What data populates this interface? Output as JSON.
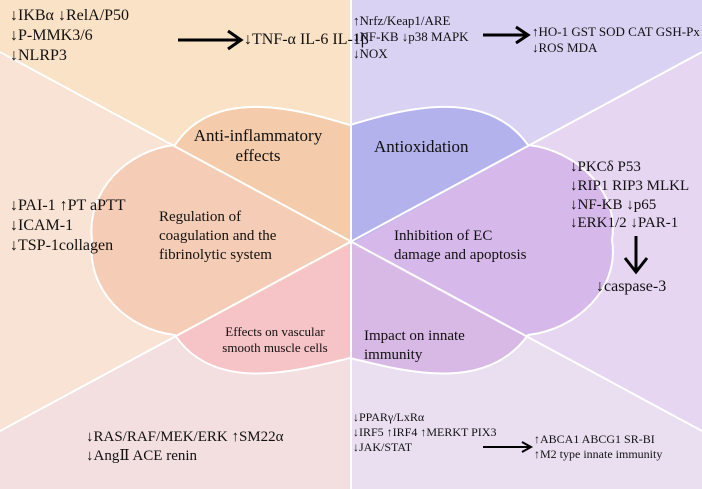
{
  "colors": {
    "q_tl": "#f9e2c6",
    "q_tr": "#d9d2f3",
    "q_ml": "#f8e3d4",
    "q_mr": "#e7d6f2",
    "q_bl": "#f3dfdf",
    "q_br": "#eadff0",
    "c_tl": "#f4ccab",
    "c_tr": "#b3b2ec",
    "c_ml": "#f5cdb6",
    "c_mr": "#d6b9ea",
    "c_bl": "#f6c3c6",
    "c_br": "#d8b8e5",
    "line": "#ffffff"
  },
  "top_left": {
    "lines": [
      "↓IKBα ↓RelA/P50",
      "↓P-MMK3/6",
      "↓NLRP3"
    ],
    "result": "↓TNF-α IL-6 IL-1β"
  },
  "top_right": {
    "lines": [
      "↑Nrfz/Keap1/ARE",
      "↓NF-KB ↓p38 MAPK",
      "↓NOX"
    ],
    "result_lines": [
      "↑HO-1 GST SOD CAT GSH-Px",
      "↓ROS MDA"
    ]
  },
  "mid_left": {
    "lines": [
      "↓PAI-1 ↑PT aPTT",
      "↓ICAM-1",
      "↓TSP-1collagen"
    ]
  },
  "mid_right": {
    "lines": [
      "↓PKCδ P53",
      "↓RIP1 RIP3 MLKL",
      "↓NF-KB ↓p65",
      "↓ERK1/2 ↓PAR-1"
    ],
    "result": "↓caspase-3"
  },
  "bottom_left": {
    "lines": [
      "↓RAS/RAF/MEK/ERK ↑SM22α",
      "↓AngⅡ ACE renin"
    ]
  },
  "bottom_right": {
    "lines": [
      "↓PPARγ/LxRα",
      "↓IRF5 ↑IRF4 ↑MERKT PIX3",
      "↓JAK/STAT"
    ],
    "result_lines": [
      "↑ABCA1 ABCG1 SR-BI",
      "↑M2 type innate immunity"
    ]
  },
  "center": {
    "anti_inflammatory": [
      "Anti-inflammatory",
      "effects"
    ],
    "antioxidation": "Antioxidation",
    "coagulation": [
      "Regulation of",
      "coagulation and the",
      "fibrinolytic system"
    ],
    "ec": [
      "Inhibition of EC",
      "damage and apoptosis"
    ],
    "vascular": [
      "Effects on vascular",
      "smooth muscle cells"
    ],
    "immunity": [
      "Impact on innate",
      "immunity"
    ]
  }
}
